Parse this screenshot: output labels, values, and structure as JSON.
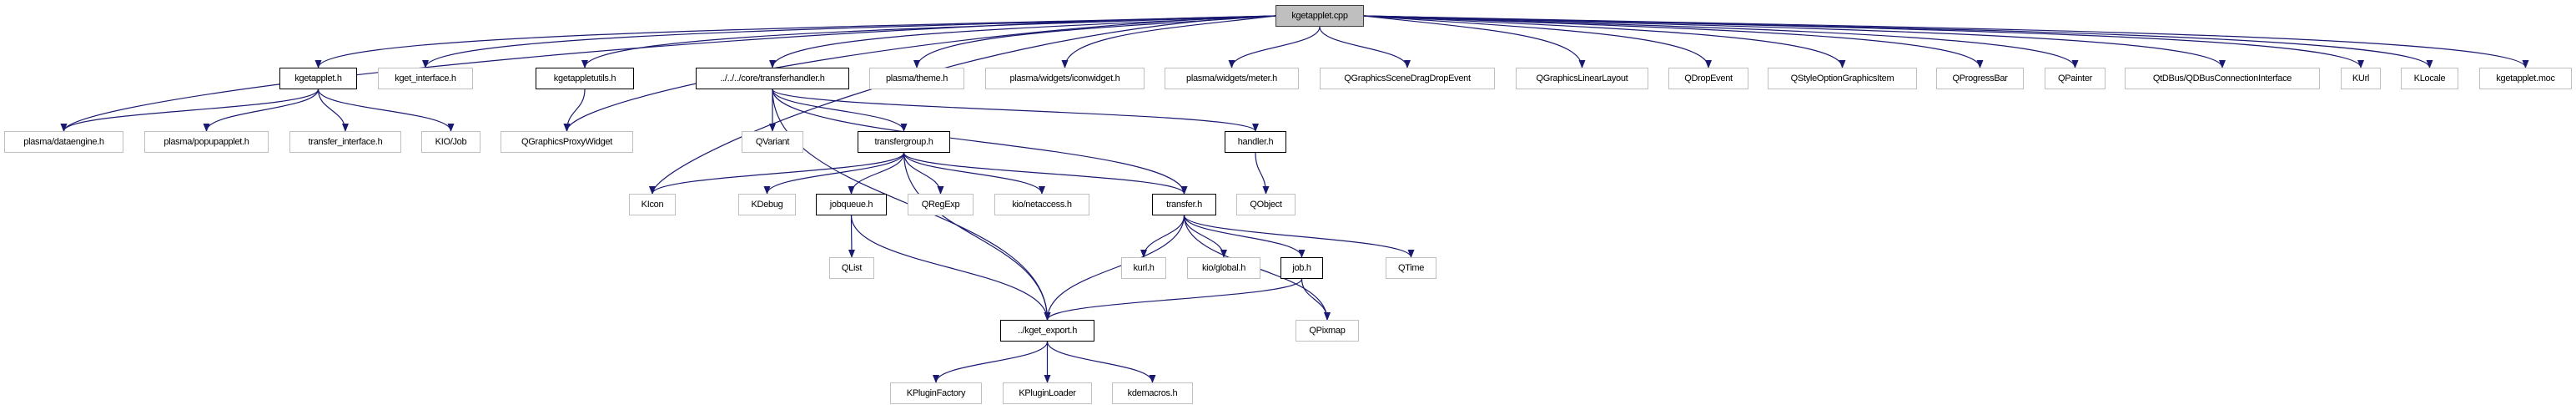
{
  "graph": {
    "edge_color": "#191970",
    "root_fill": "#bfbfbf",
    "nodes": [
      {
        "id": "root",
        "label": "kgetapplet.cpp",
        "kind": "root"
      },
      {
        "id": "kgetapplet_h",
        "label": "kgetapplet.h",
        "kind": "documented"
      },
      {
        "id": "kget_interface",
        "label": "kget_interface.h",
        "kind": "external"
      },
      {
        "id": "kgetappletutils",
        "label": "kgetappletutils.h",
        "kind": "documented"
      },
      {
        "id": "transferhandler",
        "label": "../../../core/transferhandler.h",
        "kind": "documented"
      },
      {
        "id": "theme",
        "label": "plasma/theme.h",
        "kind": "external"
      },
      {
        "id": "iconwidget",
        "label": "plasma/widgets/iconwidget.h",
        "kind": "external"
      },
      {
        "id": "meter",
        "label": "plasma/widgets/meter.h",
        "kind": "external"
      },
      {
        "id": "dragdrop",
        "label": "QGraphicsSceneDragDropEvent",
        "kind": "external"
      },
      {
        "id": "linearlayout",
        "label": "QGraphicsLinearLayout",
        "kind": "external"
      },
      {
        "id": "qdropevent",
        "label": "QDropEvent",
        "kind": "external"
      },
      {
        "id": "qstyleoption",
        "label": "QStyleOptionGraphicsItem",
        "kind": "external"
      },
      {
        "id": "qprogressbar",
        "label": "QProgressBar",
        "kind": "external"
      },
      {
        "id": "qpainter",
        "label": "QPainter",
        "kind": "external"
      },
      {
        "id": "qdbus",
        "label": "QtDBus/QDBusConnectionInterface",
        "kind": "external"
      },
      {
        "id": "kurl",
        "label": "KUrl",
        "kind": "external"
      },
      {
        "id": "klocale",
        "label": "KLocale",
        "kind": "external"
      },
      {
        "id": "moc",
        "label": "kgetapplet.moc",
        "kind": "external"
      },
      {
        "id": "dataengine",
        "label": "plasma/dataengine.h",
        "kind": "external"
      },
      {
        "id": "popupapplet",
        "label": "plasma/popupapplet.h",
        "kind": "external"
      },
      {
        "id": "transfer_interface",
        "label": "transfer_interface.h",
        "kind": "external"
      },
      {
        "id": "kiojob",
        "label": "KIO/Job",
        "kind": "external"
      },
      {
        "id": "proxywidget",
        "label": "QGraphicsProxyWidget",
        "kind": "external"
      },
      {
        "id": "qvariant",
        "label": "QVariant",
        "kind": "external"
      },
      {
        "id": "transfergroup",
        "label": "transfergroup.h",
        "kind": "documented"
      },
      {
        "id": "handler",
        "label": "handler.h",
        "kind": "documented"
      },
      {
        "id": "kicon",
        "label": "KIcon",
        "kind": "external"
      },
      {
        "id": "kdebug",
        "label": "KDebug",
        "kind": "external"
      },
      {
        "id": "jobqueue",
        "label": "jobqueue.h",
        "kind": "documented"
      },
      {
        "id": "qregexp",
        "label": "QRegExp",
        "kind": "external"
      },
      {
        "id": "netaccess",
        "label": "kio/netaccess.h",
        "kind": "external"
      },
      {
        "id": "transfer",
        "label": "transfer.h",
        "kind": "documented"
      },
      {
        "id": "qobject",
        "label": "QObject",
        "kind": "external"
      },
      {
        "id": "qlist",
        "label": "QList",
        "kind": "external"
      },
      {
        "id": "kurl_h",
        "label": "kurl.h",
        "kind": "external"
      },
      {
        "id": "kioglobal",
        "label": "kio/global.h",
        "kind": "external"
      },
      {
        "id": "job",
        "label": "job.h",
        "kind": "documented"
      },
      {
        "id": "qtime",
        "label": "QTime",
        "kind": "external"
      },
      {
        "id": "kget_export",
        "label": "../kget_export.h",
        "kind": "documented"
      },
      {
        "id": "qpixmap",
        "label": "QPixmap",
        "kind": "external"
      },
      {
        "id": "kpluginfactory",
        "label": "KPluginFactory",
        "kind": "external"
      },
      {
        "id": "kpluginloader",
        "label": "KPluginLoader",
        "kind": "external"
      },
      {
        "id": "kdemacros",
        "label": "kdemacros.h",
        "kind": "external"
      }
    ],
    "edges": [
      [
        "root",
        "kgetapplet_h"
      ],
      [
        "root",
        "kget_interface"
      ],
      [
        "root",
        "kgetappletutils"
      ],
      [
        "root",
        "transferhandler"
      ],
      [
        "root",
        "theme"
      ],
      [
        "root",
        "iconwidget"
      ],
      [
        "root",
        "meter"
      ],
      [
        "root",
        "dragdrop"
      ],
      [
        "root",
        "linearlayout"
      ],
      [
        "root",
        "qdropevent"
      ],
      [
        "root",
        "qstyleoption"
      ],
      [
        "root",
        "qprogressbar"
      ],
      [
        "root",
        "qpainter"
      ],
      [
        "root",
        "qdbus"
      ],
      [
        "root",
        "kurl"
      ],
      [
        "root",
        "klocale"
      ],
      [
        "root",
        "moc"
      ],
      [
        "root",
        "dataengine"
      ],
      [
        "root",
        "proxywidget"
      ],
      [
        "root",
        "kicon"
      ],
      [
        "kgetapplet_h",
        "dataengine"
      ],
      [
        "kgetapplet_h",
        "popupapplet"
      ],
      [
        "kgetapplet_h",
        "transfer_interface"
      ],
      [
        "kgetapplet_h",
        "kiojob"
      ],
      [
        "kgetappletutils",
        "proxywidget"
      ],
      [
        "transferhandler",
        "qvariant"
      ],
      [
        "transferhandler",
        "transfergroup"
      ],
      [
        "transferhandler",
        "transfer"
      ],
      [
        "transferhandler",
        "handler"
      ],
      [
        "transferhandler",
        "kget_export"
      ],
      [
        "transfergroup",
        "kicon"
      ],
      [
        "transfergroup",
        "kdebug"
      ],
      [
        "transfergroup",
        "jobqueue"
      ],
      [
        "transfergroup",
        "qregexp"
      ],
      [
        "transfergroup",
        "netaccess"
      ],
      [
        "transfergroup",
        "transfer"
      ],
      [
        "transfergroup",
        "kget_export"
      ],
      [
        "handler",
        "qobject"
      ],
      [
        "jobqueue",
        "qlist"
      ],
      [
        "jobqueue",
        "kget_export"
      ],
      [
        "transfer",
        "kget_export"
      ],
      [
        "transfer",
        "kurl_h"
      ],
      [
        "transfer",
        "kioglobal"
      ],
      [
        "transfer",
        "job"
      ],
      [
        "transfer",
        "qtime"
      ],
      [
        "transfer",
        "qpixmap"
      ],
      [
        "job",
        "kget_export"
      ],
      [
        "job",
        "qpixmap"
      ],
      [
        "kget_export",
        "kpluginfactory"
      ],
      [
        "kget_export",
        "kpluginloader"
      ],
      [
        "kget_export",
        "kdemacros"
      ]
    ]
  }
}
